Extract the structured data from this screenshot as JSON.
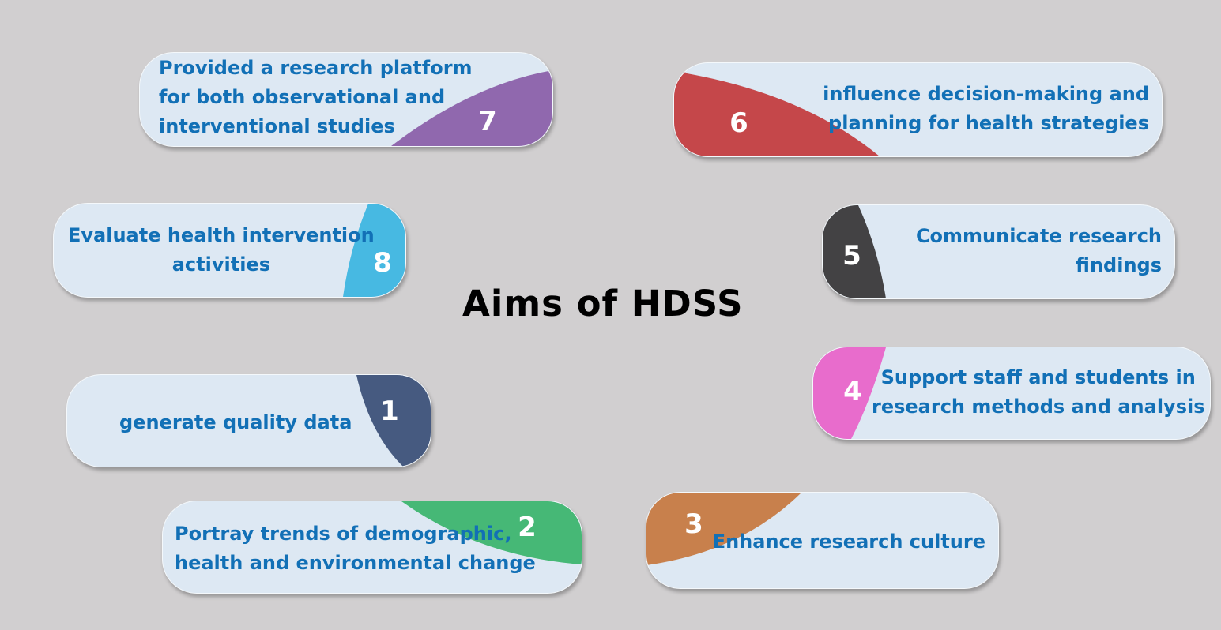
{
  "title": "Aims of HDSS",
  "colors": {
    "background": "#d1cfd0",
    "pill": "#dde8f3",
    "text": "#1270b6"
  },
  "aims": [
    {
      "number": "1",
      "lines": [
        "generate  quality data"
      ],
      "color": "#465a80"
    },
    {
      "number": "2",
      "lines": [
        "Portray trends of demographic,",
        "health and environmental change"
      ],
      "color": "#46b876"
    },
    {
      "number": "3",
      "lines": [
        "Enhance research culture"
      ],
      "color": "#c8804c"
    },
    {
      "number": "4",
      "lines": [
        "Support staff and students  in",
        "research methods and analysis"
      ],
      "color": "#e86ccc"
    },
    {
      "number": "5",
      "lines": [
        "Communicate research",
        "findings"
      ],
      "color": "#434244"
    },
    {
      "number": "6",
      "lines": [
        "influence decision-making and",
        "planning for health strategies"
      ],
      "color": "#c5474a"
    },
    {
      "number": "7",
      "lines": [
        "Provided a research platform",
        "for both observational and",
        "interventional studies"
      ],
      "color": "#9068ae"
    },
    {
      "number": "8",
      "lines": [
        "Evaluate health intervention",
        "activities"
      ],
      "color": "#47b9e2"
    }
  ]
}
